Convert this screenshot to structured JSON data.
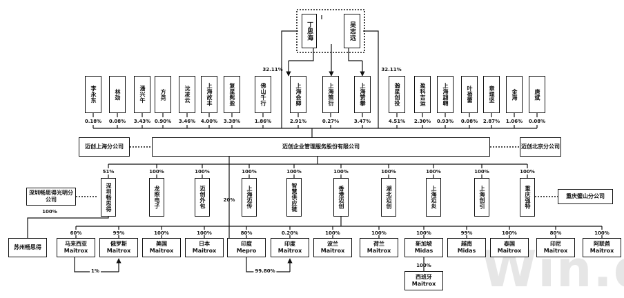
{
  "founders": [
    {
      "name": "丁思海"
    },
    {
      "name": "吴志远"
    }
  ],
  "founder_stake_left": "32.11%",
  "founder_stake_right": "32.11%",
  "shareholders": [
    {
      "name": "李永东",
      "pct": "0.18%"
    },
    {
      "name": "林劲",
      "pct": "0.08%"
    },
    {
      "name": "潘兴午",
      "pct": "3.43%"
    },
    {
      "name": "方尧",
      "pct": "0.90%"
    },
    {
      "name": "沈凌云",
      "pct": "3.46%"
    },
    {
      "name": "上海故丰",
      "pct": "4.00%"
    },
    {
      "name": "复星髡盈",
      "pct": "3.38%"
    },
    {
      "name": "佛山千行",
      "pct": "1.86%"
    },
    {
      "name": "上海会卿",
      "pct": "2.91%"
    },
    {
      "name": "上海策衍",
      "pct": "0.27%"
    },
    {
      "name": "上海赞攀",
      "pct": "3.47%"
    },
    {
      "name": "瀚星创投",
      "pct": "4.51%"
    },
    {
      "name": "盈科吉运",
      "pct": "2.30%"
    },
    {
      "name": "上海翃翱",
      "pct": "0.93%"
    },
    {
      "name": "叶蓓蕾",
      "pct": "0.08%"
    },
    {
      "name": "章理坚",
      "pct": "2.87%"
    },
    {
      "name": "金海",
      "pct": "1.06%"
    },
    {
      "name": "唐斌",
      "pct": "0.08%"
    }
  ],
  "company": "迈创企业管理服务股份有限公司",
  "branch_left": "迈创上海分公司",
  "branch_right": "迈创北京分公司",
  "subsidiaries": [
    {
      "name": "深圳畅思得",
      "pct": "51%"
    },
    {
      "name": "龙照电子",
      "pct": "100%"
    },
    {
      "name": "迈创外包",
      "pct": "100%"
    },
    {
      "name": "上海迈传",
      "pct": "100%"
    },
    {
      "name": "智慧供应链",
      "pct": "100%"
    },
    {
      "name": "香港迈创",
      "pct": "100%"
    },
    {
      "name": "湖北迈创",
      "pct": "100%"
    },
    {
      "name": "上海迈炎",
      "pct": "100%"
    },
    {
      "name": "上海创引",
      "pct": "100%"
    },
    {
      "name": "重庆强特",
      "pct": "100%"
    }
  ],
  "sz_branch": "深圳畅思得光明分公司",
  "cq_branch": "重庆璧山分公司",
  "suzhou": "苏州畅思得",
  "suzhou_pct": "100%",
  "direct_india_pct": "20%",
  "overseas": [
    {
      "line1": "马来西亚",
      "line2": "Maitrox",
      "pct": "60%"
    },
    {
      "line1": "俄罗斯",
      "line2": "Maitrox",
      "pct": "99%"
    },
    {
      "line1": "美国",
      "line2": "Maitrox",
      "pct": "100%"
    },
    {
      "line1": "日本",
      "line2": "Maitrox",
      "pct": "100%"
    },
    {
      "line1": "印度",
      "line2": "Mepro",
      "pct": "80%"
    },
    {
      "line1": "印度",
      "line2": "Maitrox",
      "pct": "0.20%"
    },
    {
      "line1": "波兰",
      "line2": "Maitrox",
      "pct": "100%"
    },
    {
      "line1": "荷兰",
      "line2": "Maitrox",
      "pct": "100%"
    },
    {
      "line1": "新加坡",
      "line2": "Midas",
      "pct": "100%"
    },
    {
      "line1": "越南",
      "line2": "Midas",
      "pct": "99%"
    },
    {
      "line1": "泰国",
      "line2": "Maitrox",
      "pct": "100%"
    },
    {
      "line1": "印尼",
      "line2": "Maitrox",
      "pct": "80%"
    },
    {
      "line1": "阿联酋",
      "line2": "Maitrox",
      "pct": "100%"
    }
  ],
  "russia_link_pct": "1%",
  "india_link_pct": "99.80%",
  "spain": {
    "line1": "西班牙",
    "line2": "Maitrox",
    "pct": "100%"
  },
  "watermark": "Win.d"
}
